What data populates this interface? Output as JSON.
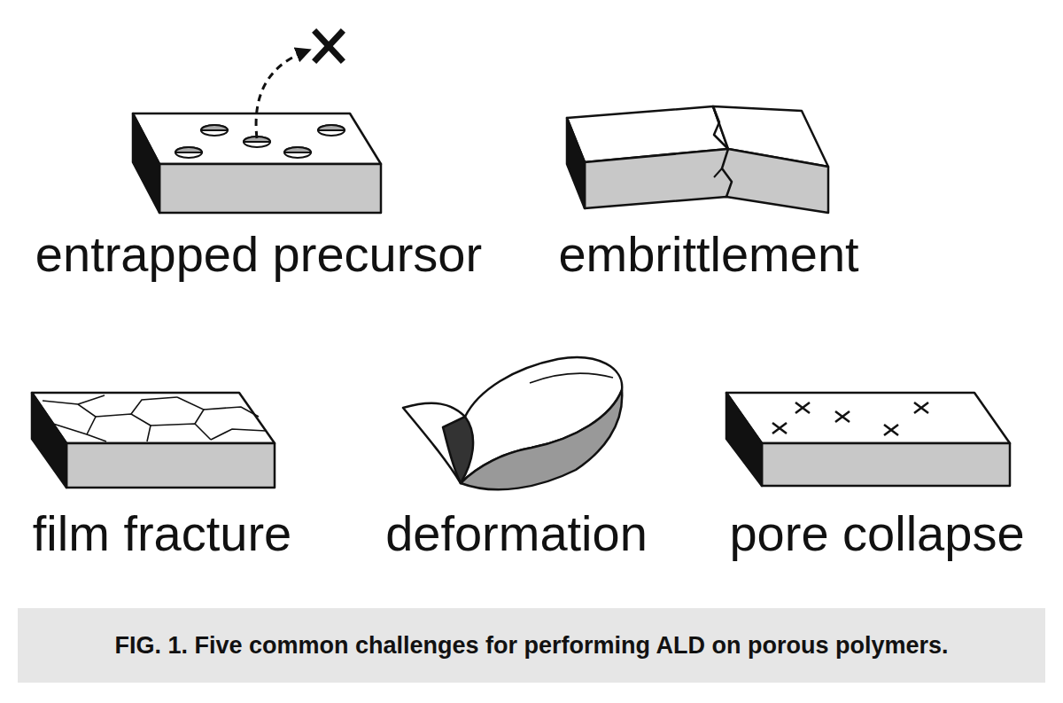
{
  "diagram": {
    "caption": "FIG. 1. Five common challenges for performing ALD on porous polymers.",
    "labels": [
      "entrapped precursor",
      "embrittlement",
      "film fracture",
      "deformation",
      "pore collapse"
    ]
  }
}
